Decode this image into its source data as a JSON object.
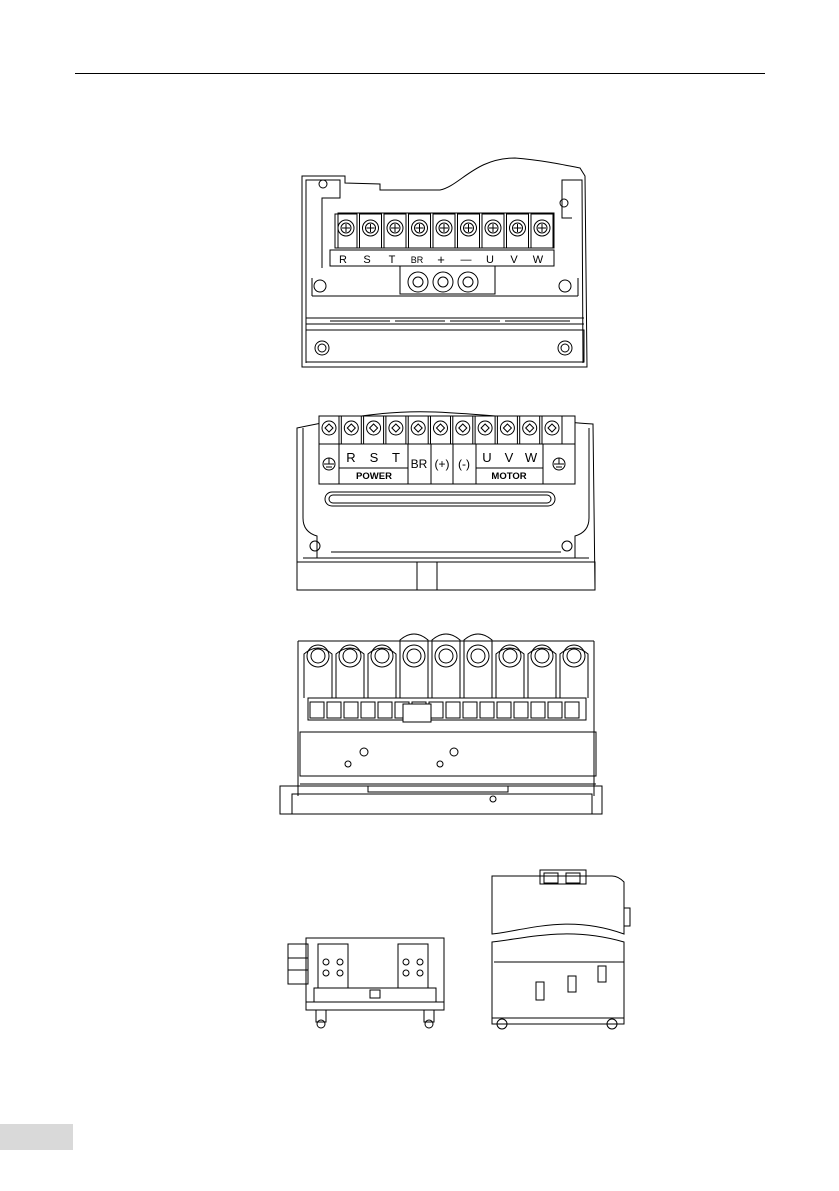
{
  "figure1": {
    "terminal_labels": [
      "R",
      "S",
      "T",
      "BR",
      "+",
      "—",
      "U",
      "V",
      "W"
    ]
  },
  "figure2": {
    "terminal_labels": [
      "R",
      "S",
      "T",
      "BR",
      "(+)",
      "(-)",
      "U",
      "V",
      "W"
    ],
    "group_power": "POWER",
    "group_motor": "MOTOR"
  },
  "icons": {
    "ground": "ground-symbol-icon",
    "screw": "screw-head-icon"
  }
}
